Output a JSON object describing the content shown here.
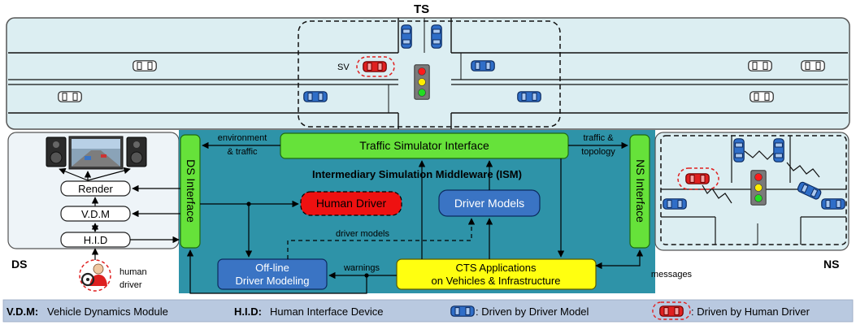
{
  "sections": {
    "ts": "TS",
    "ds": "DS",
    "ns": "NS"
  },
  "labels": {
    "sv": "SV",
    "environment_line1": "environment",
    "environment_line2": "& traffic",
    "traffic_line1": "traffic &",
    "traffic_line2": "topology",
    "ism_title": "Intermediary Simulation Middleware (ISM)",
    "driver_models_link": "driver models",
    "warnings": "warnings",
    "messages": "messages",
    "human_driver_line1": "human",
    "human_driver_line2": "driver"
  },
  "boxes": {
    "traffic_simulator_interface": "Traffic Simulator Interface",
    "ds_interface": "DS Interface",
    "ns_interface": "NS Interface",
    "human_driver": "Human Driver",
    "driver_models": "Driver Models",
    "offline_line1": "Off-line",
    "offline_line2": "Driver Modeling",
    "cts_line1": "CTS Applications",
    "cts_line2": "on Vehicles & Infrastructure",
    "render": "Render",
    "vdm": "V.D.M",
    "hid": "H.I.D"
  },
  "legend": {
    "vdm_abbr": "V.D.M:",
    "vdm_text": "Vehicle Dynamics Module",
    "hid_abbr": "H.I.D:",
    "hid_text": "Human Interface Device",
    "model_text": ": Driven by Driver Model",
    "human_text": ": Driven by Human Driver"
  },
  "colors": {
    "road": "#dceef2",
    "ism_background": "#2e93a8",
    "interface_green": "#66e23a",
    "human_red": "#ee1111",
    "driver_blue": "#3a74c4",
    "cts_yellow": "#ffff10",
    "legend_background": "#b9c9e0",
    "model_car": "#2f6ec8",
    "human_car": "#e02020"
  },
  "icons": {
    "traffic_light": "traffic-light-icon",
    "car": "car-icon",
    "speaker": "speaker-icon",
    "monitor": "monitor-icon",
    "steering_wheel": "steering-wheel-icon"
  }
}
